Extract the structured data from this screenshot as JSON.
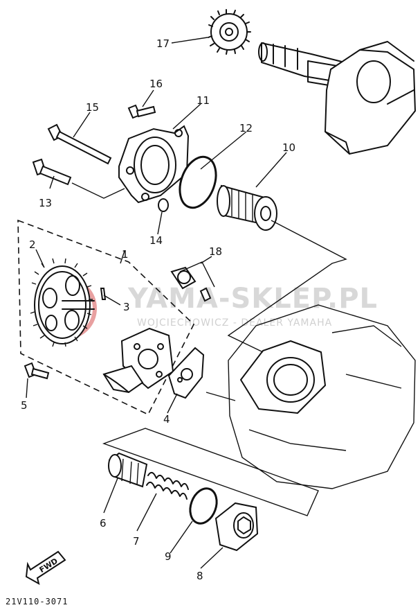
{
  "diagram_code": "21V110-3071",
  "watermark": {
    "site": "YAMA-SKLEP.PL",
    "tagline": "WOJCIECHOWICZ - DEALER YAMAHA"
  },
  "direction_label": "FWD",
  "callouts": [
    "1",
    "2",
    "3",
    "4",
    "5",
    "6",
    "7",
    "8",
    "9",
    "10",
    "11",
    "12",
    "13",
    "14",
    "15",
    "16",
    "17",
    "18"
  ],
  "colors": {
    "line": "#111111",
    "watermark_logo": "#e8a0a0",
    "watermark_text": "#d0d0d0"
  }
}
